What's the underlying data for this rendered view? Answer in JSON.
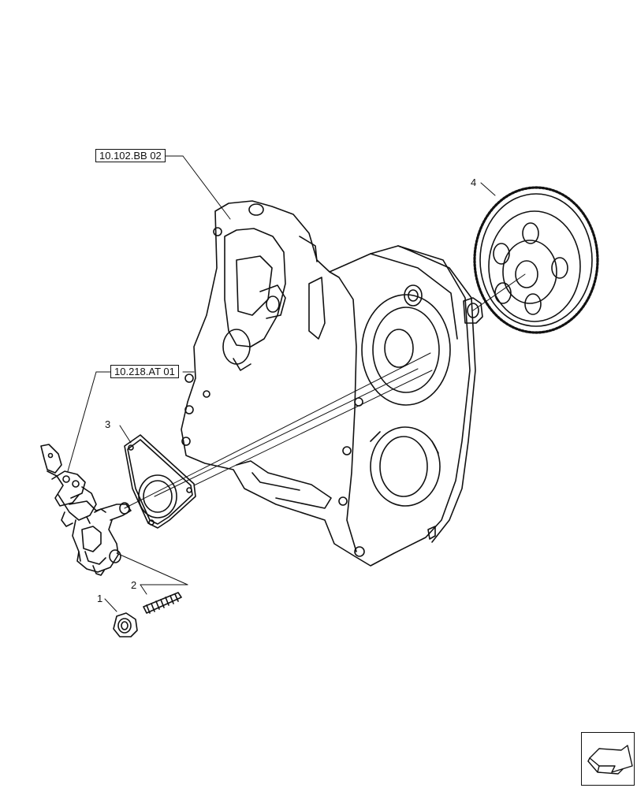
{
  "references": {
    "crankcase_ref": "10.102.BB 02",
    "pump_ref": "10.218.AT 01"
  },
  "callouts": {
    "item_1": "1",
    "item_2": "2",
    "item_3": "3",
    "item_4": "4"
  },
  "navigation": {
    "next_icon": "arrow-icon"
  }
}
